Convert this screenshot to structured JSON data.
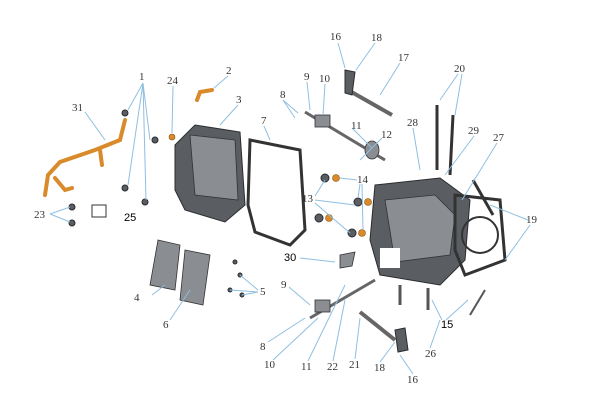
{
  "title": "Cylinder head exploded parts diagram",
  "callouts": [
    "1",
    "2",
    "3",
    "24",
    "31",
    "23",
    "25",
    "4",
    "6",
    "5",
    "7",
    "8",
    "9",
    "10",
    "11",
    "12",
    "13",
    "14",
    "16",
    "18",
    "17",
    "20",
    "28",
    "29",
    "27",
    "19",
    "30",
    "15",
    "9",
    "8",
    "10",
    "11",
    "22",
    "21",
    "18",
    "16",
    "26"
  ],
  "colors": {
    "leader": "#8fbfe0",
    "part_dark": "#5a5d62",
    "copper": "#d98a2a"
  }
}
